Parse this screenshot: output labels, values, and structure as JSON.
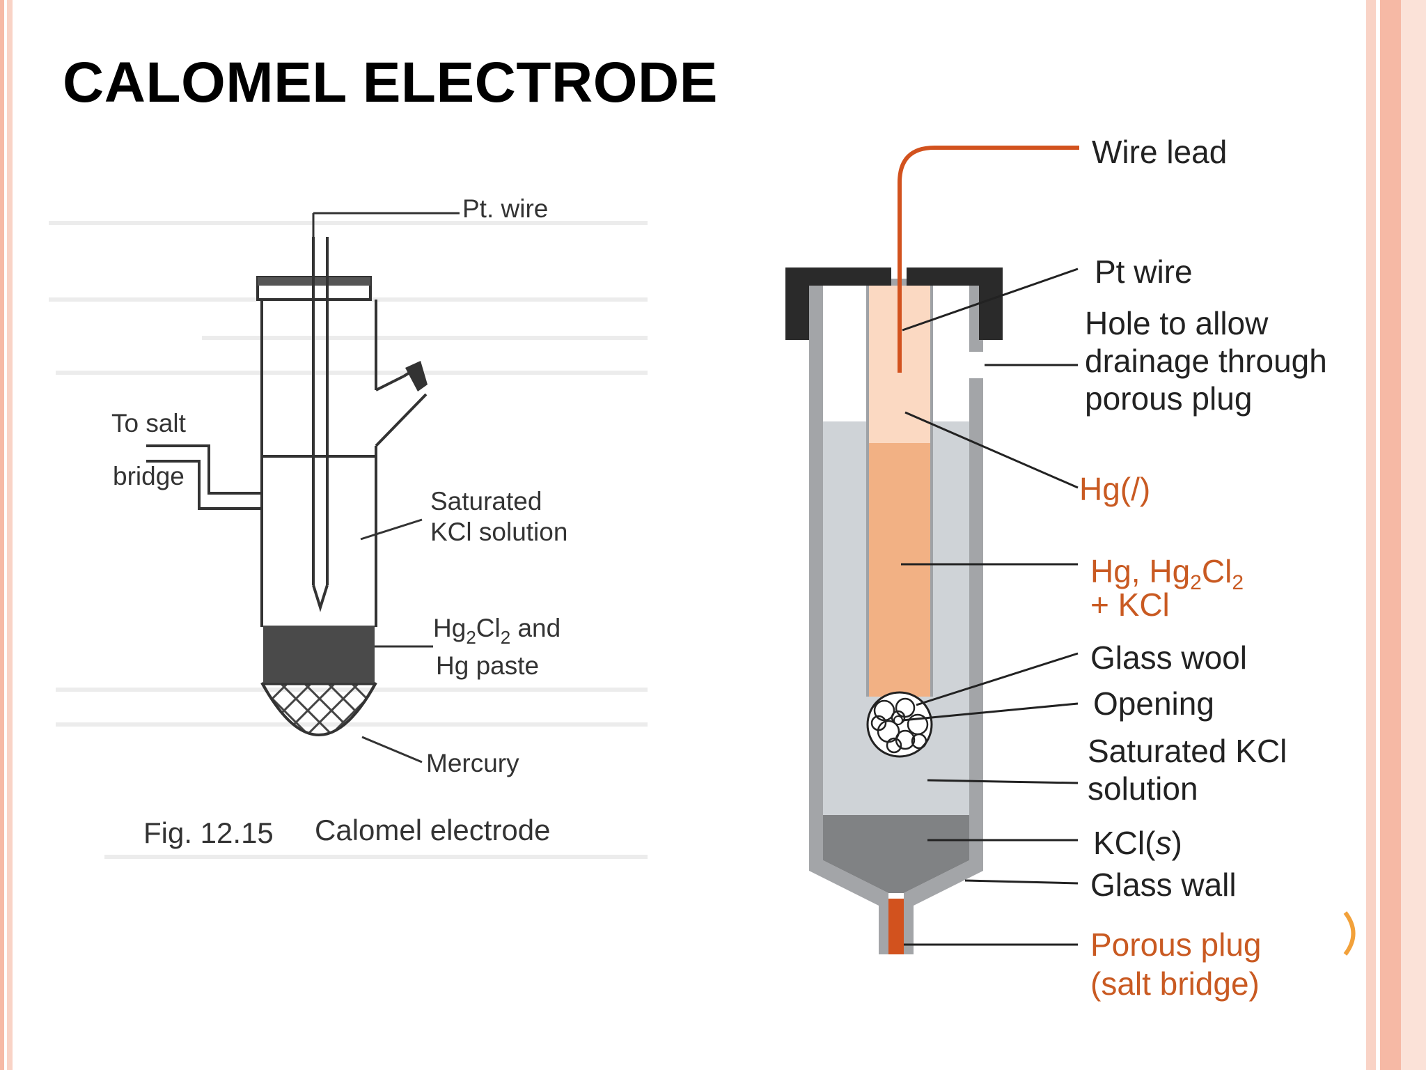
{
  "title": "CALOMEL ELECTRODE",
  "colors": {
    "frame_outer": "#f6b9a5",
    "frame_inner": "#f9d3c6",
    "wire_orange": "#d2521e",
    "hg_light": "#fbd9c2",
    "hg_paste": "#f2b184",
    "kcl_solution": "#cfd3d7",
    "kcl_solid": "#808284",
    "glass_wall": "#a3a5a8",
    "cap_black": "#2a2a2a"
  },
  "left_diagram": {
    "pt_wire": "Pt. wire",
    "salt_bridge_1": "To salt",
    "salt_bridge_2": "bridge",
    "kcl_1": "Saturated",
    "kcl_2": "KCl solution",
    "paste_1_pre": "Hg",
    "paste_1_sub1": "2",
    "paste_1_mid": "Cl",
    "paste_1_sub2": "2",
    "paste_1_post": " and",
    "paste_2": "Hg paste",
    "mercury": "Mercury",
    "caption_num": "Fig. 12.15",
    "caption_text": "Calomel electrode"
  },
  "right_diagram": {
    "wire_lead": "Wire lead",
    "pt_wire": "Pt wire",
    "hole_1": "Hole to allow",
    "hole_2": "drainage through",
    "hole_3": "porous plug",
    "hg_liquid": "Hg(/)",
    "paste_1_pre": "Hg, Hg",
    "paste_1_sub1": "2",
    "paste_1_mid": "Cl",
    "paste_1_sub2": "2",
    "paste_2": "+ KCl",
    "glass_wool": "Glass wool",
    "opening": "Opening",
    "sat_kcl_1": "Saturated KCl",
    "sat_kcl_2": "solution",
    "kcl_solid_pre": "KCl(",
    "kcl_solid_s": "s",
    "kcl_solid_post": ")",
    "glass_wall": "Glass wall",
    "porous_1": "Porous plug",
    "porous_2": "(salt bridge)"
  }
}
